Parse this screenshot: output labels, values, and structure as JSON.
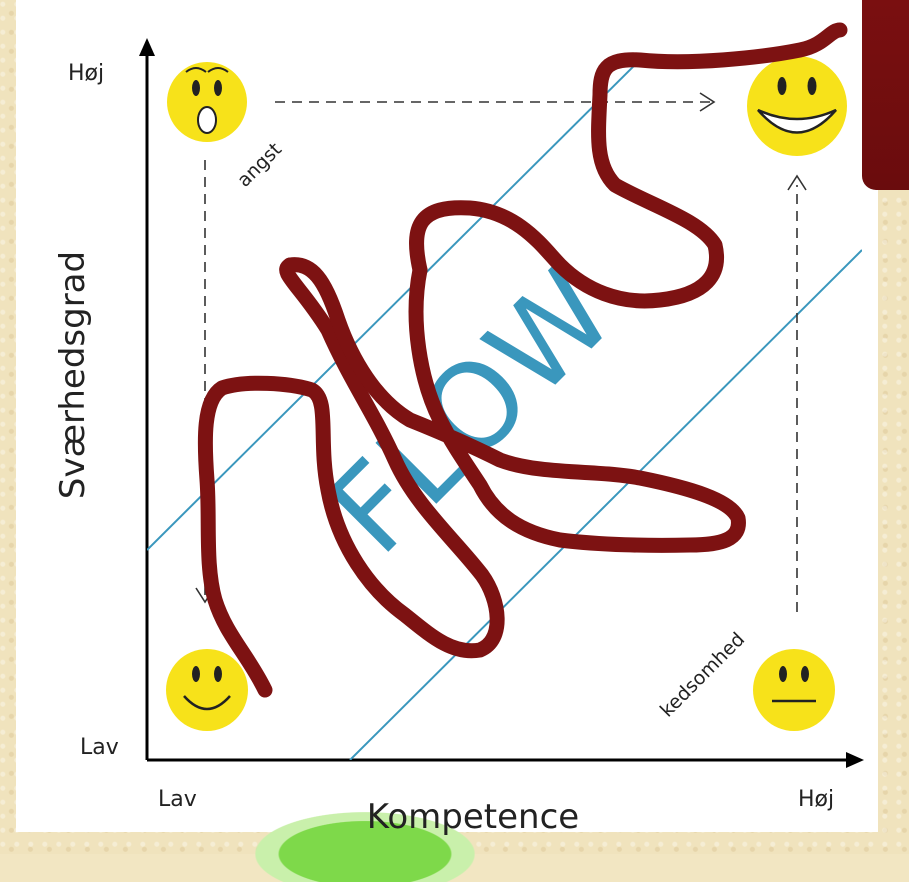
{
  "axes": {
    "y_title": "Sværhedsgrad",
    "x_title": "Kompetence",
    "y_high": "Høj",
    "y_low": "Lav",
    "x_low": "Lav",
    "x_high": "Høj"
  },
  "zones": {
    "anxiety": "angst",
    "boredom": "kedsomhed",
    "flow": "FLOW"
  },
  "faces": [
    {
      "name": "surprised-face-icon",
      "position": "top-left"
    },
    {
      "name": "big-smile-face-icon",
      "position": "top-right"
    },
    {
      "name": "smile-face-icon",
      "position": "bottom-left"
    },
    {
      "name": "neutral-face-icon",
      "position": "bottom-right"
    }
  ],
  "colors": {
    "flow_lines": "#3a97bd",
    "scribble": "#7d1212",
    "face": "#f7e21a",
    "tab": "#6f0d0e"
  }
}
